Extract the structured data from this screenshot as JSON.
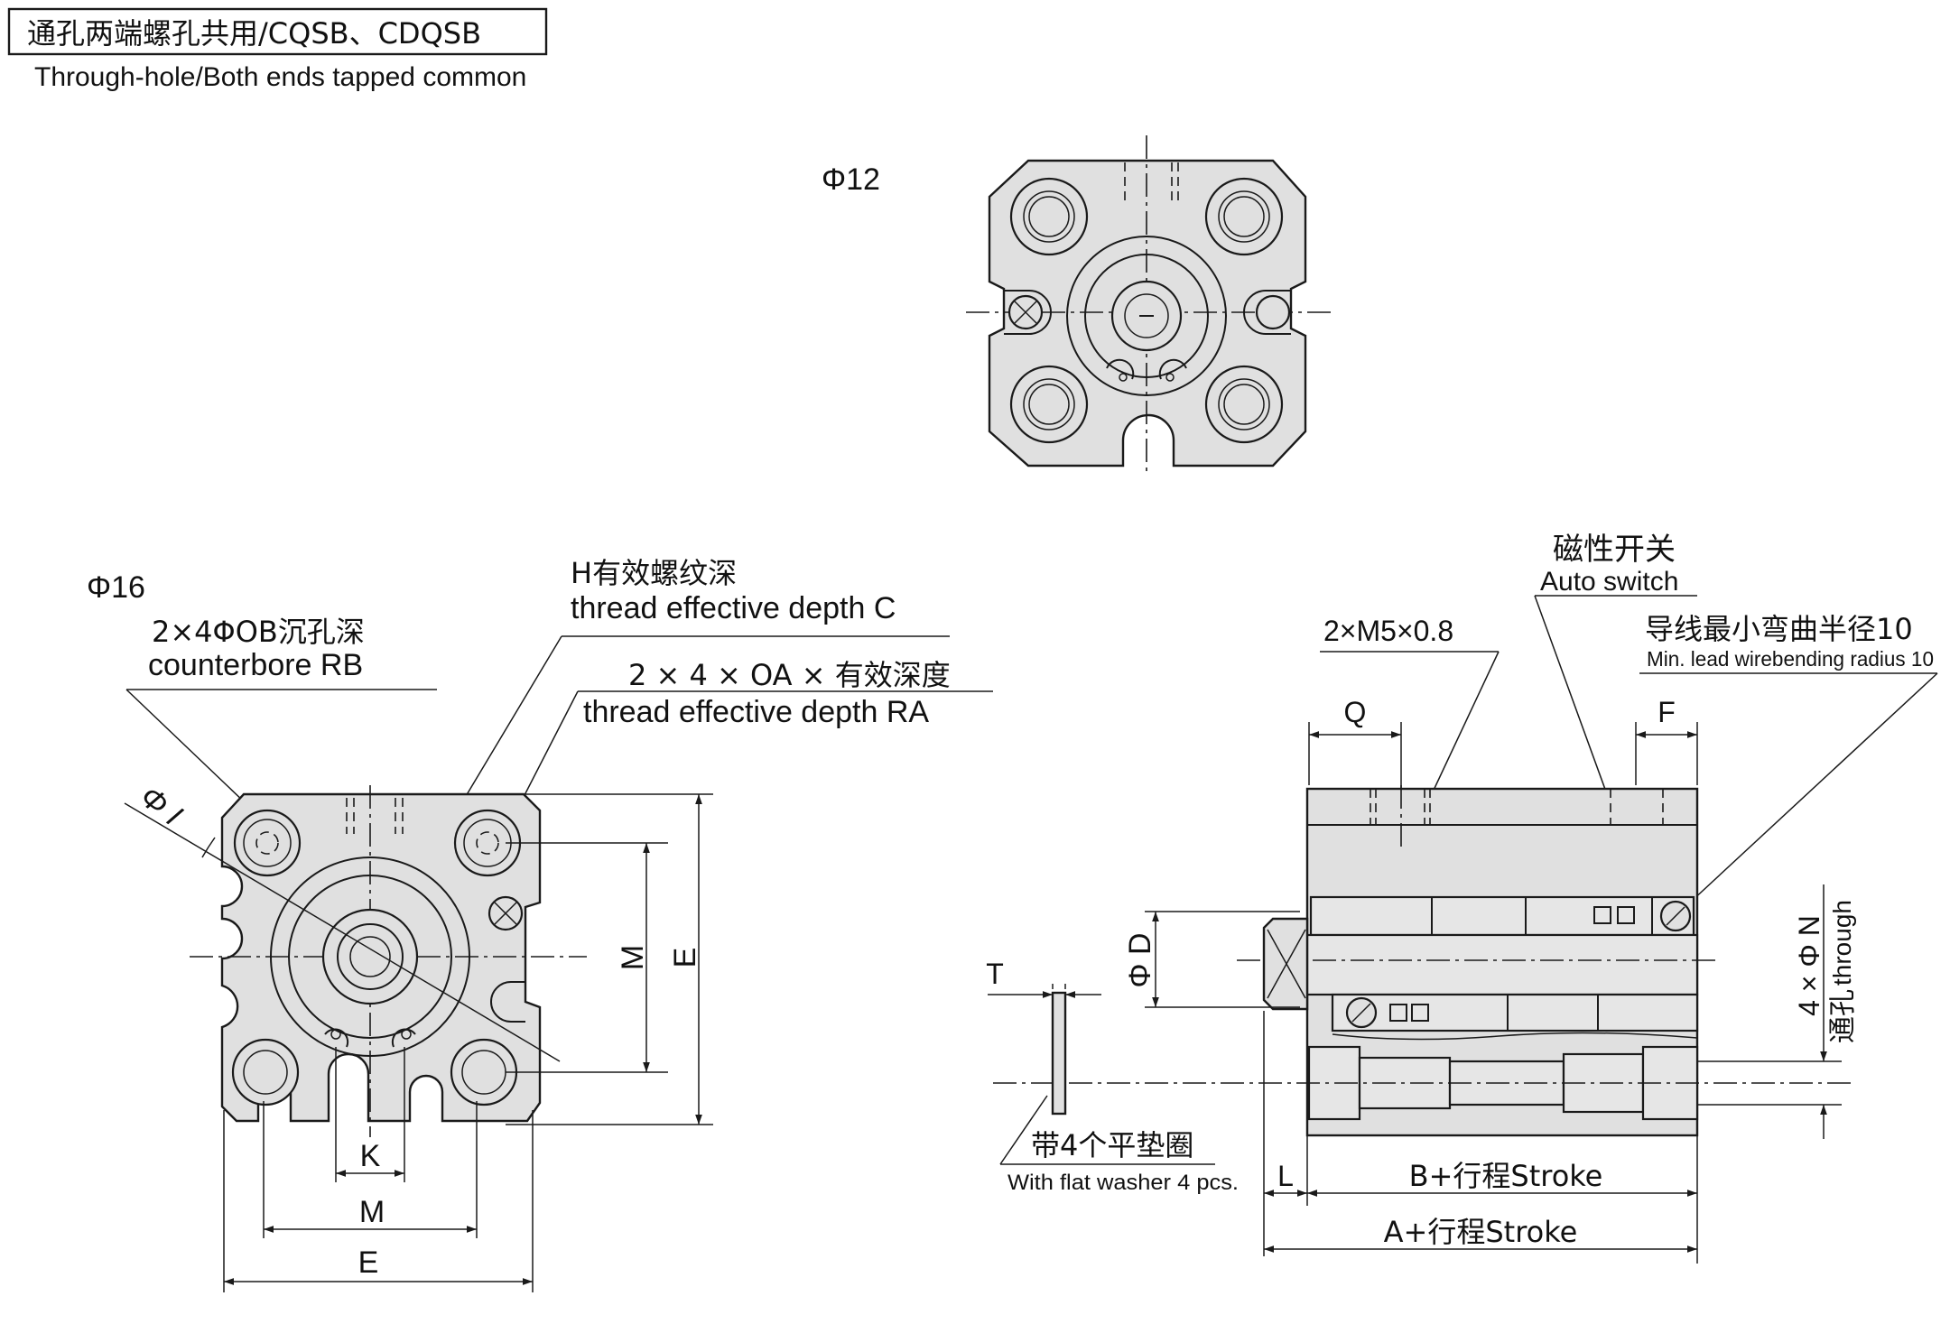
{
  "header": {
    "title_cn": "通孔两端螺孔共用/CQSB、CDQSB",
    "subtitle_en": "Through-hole/Both ends tapped common"
  },
  "views": {
    "phi12": {
      "label": "Φ12"
    },
    "phi16": {
      "label": "Φ16"
    }
  },
  "front_callouts": {
    "counterbore_cn": "2×4ΦOB沉孔深",
    "counterbore_en": "counterbore RB",
    "thread_c_cn": "H有效螺纹深",
    "thread_c_en": "thread effective depth C",
    "thread_ra_cn": "2 × 4 × OA × 有效深度",
    "thread_ra_en": "thread effective depth RA",
    "phi_i": "Φ I"
  },
  "front_dims": {
    "k": "K",
    "m_bottom": "M",
    "e_bottom": "E",
    "m_right": "M",
    "e_right": "E"
  },
  "side_callouts": {
    "auto_switch_cn": "磁性开关",
    "auto_switch_en": "Auto switch",
    "port_thread": "2×M5×0.8",
    "lead_radius_cn": "导线最小弯曲半径10",
    "lead_radius_en": "Min. lead wirebending radius 10",
    "washer_cn": "带4个平垫圈",
    "washer_en": "With flat washer 4 pcs.",
    "through_cn": "通孔",
    "through_en": "through"
  },
  "side_dims": {
    "q": "Q",
    "f": "F",
    "t": "T",
    "phi_d": "Φ D",
    "four_phi_n": "4 × Φ N",
    "l": "L",
    "b_stroke": "B+行程Stroke",
    "a_stroke": "A+行程Stroke"
  }
}
